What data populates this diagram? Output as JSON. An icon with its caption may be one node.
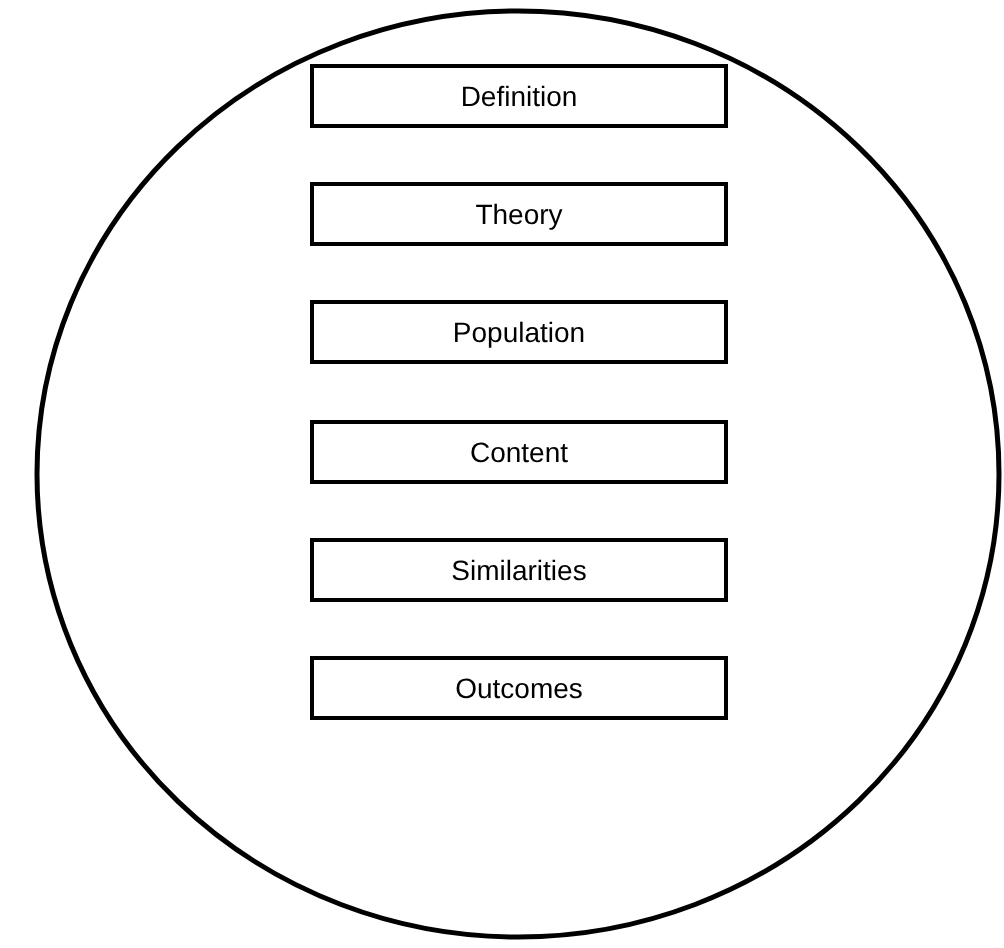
{
  "diagram": {
    "nodes": [
      {
        "text": [],
        "shape": "circle"
      },
      {
        "text": [
          "Definition"
        ],
        "in": 0
      },
      {
        "text": [
          "Theory"
        ],
        "in": 0
      },
      {
        "text": [
          "Population"
        ],
        "in": 0
      },
      {
        "text": [
          "Content"
        ],
        "in": 0
      },
      {
        "text": [
          "Similarities"
        ],
        "in": 0
      },
      {
        "text": [
          "Outcomes"
        ],
        "in": 0
      }
    ]
  }
}
